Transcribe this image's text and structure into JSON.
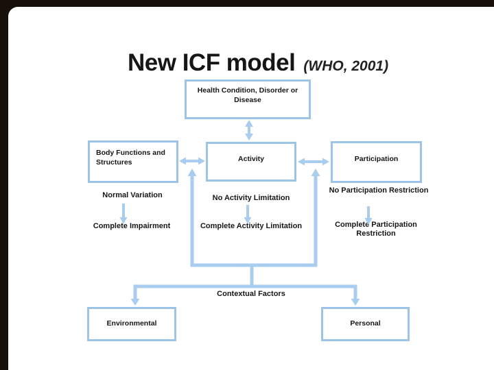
{
  "title": {
    "main": "New ICF model",
    "citation": "(WHO, 2001)"
  },
  "colors": {
    "box_border": "#9dc3e6",
    "arrow": "#a9cdee",
    "text": "#161616",
    "page_frame": "#17100a",
    "slide_background": "#ffffff"
  },
  "diagram": {
    "boxes": {
      "health_condition": "Health Condition, Disorder or Disease",
      "body_functions": "Body Functions and Structures",
      "activity": "Activity",
      "participation": "Participation",
      "environmental": "Environmental",
      "personal": "Personal"
    },
    "labels": {
      "normal_variation": "Normal Variation",
      "no_activity_limitation": "No Activity Limitation",
      "no_participation_restriction": "No Participation Restriction",
      "complete_impairment": "Complete Impairment",
      "complete_activity_limitation": "Complete Activity Limitation",
      "complete_participation_restriction": "Complete Participation Restriction",
      "contextual_factors": "Contextual Factors"
    }
  }
}
